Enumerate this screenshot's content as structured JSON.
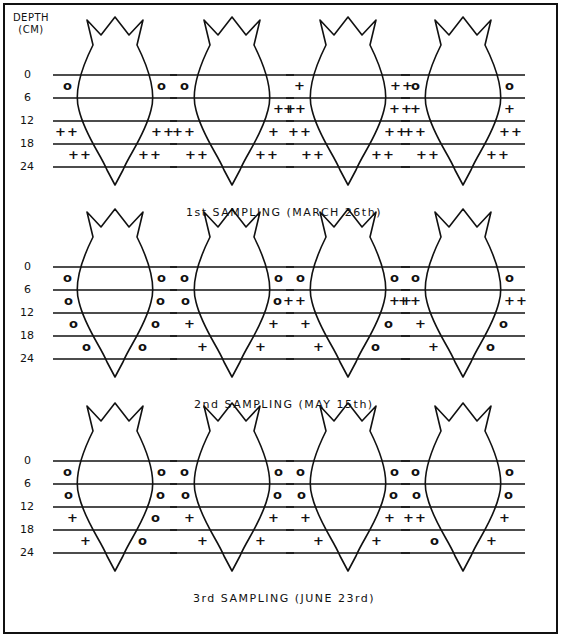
{
  "diagram": {
    "labels": [
      "DEPTH (CM)",
      "0",
      "6",
      "12",
      "18",
      "24",
      "o",
      "o",
      "++",
      "++",
      "++",
      "++",
      "o",
      "++",
      "++",
      "+",
      "++",
      "++",
      "+",
      "++",
      "++",
      "++",
      "++",
      "++",
      "++",
      "++",
      "o",
      "o",
      "+",
      "+",
      "++",
      "++",
      "++",
      "++",
      "1st SAMPLING (MARCH 26th)",
      "0",
      "6",
      "12",
      "18",
      "24",
      "o",
      "o",
      "o",
      "o",
      "o",
      "o",
      "o",
      "o",
      "o",
      "o",
      "o",
      "o",
      "+",
      "+",
      "+",
      "+",
      "o",
      "o",
      "++",
      "++",
      "+",
      "o",
      "+",
      "o",
      "o",
      "o",
      "++",
      "++",
      "+",
      "o",
      "+",
      "o",
      "2nd SAMPLING (MAY 15th)",
      "0",
      "6",
      "12",
      "18",
      "24",
      "o",
      "o",
      "o",
      "o",
      "+",
      "o",
      "+",
      "o",
      "o",
      "o",
      "o",
      "o",
      "+",
      "+",
      "+",
      "+",
      "o",
      "o",
      "o",
      "o",
      "+",
      "+",
      "+",
      "+",
      "o",
      "o",
      "o",
      "o",
      "++",
      "+",
      "o",
      "+",
      "3rd SAMPLING (JUNE 23rd)"
    ]
  }
}
